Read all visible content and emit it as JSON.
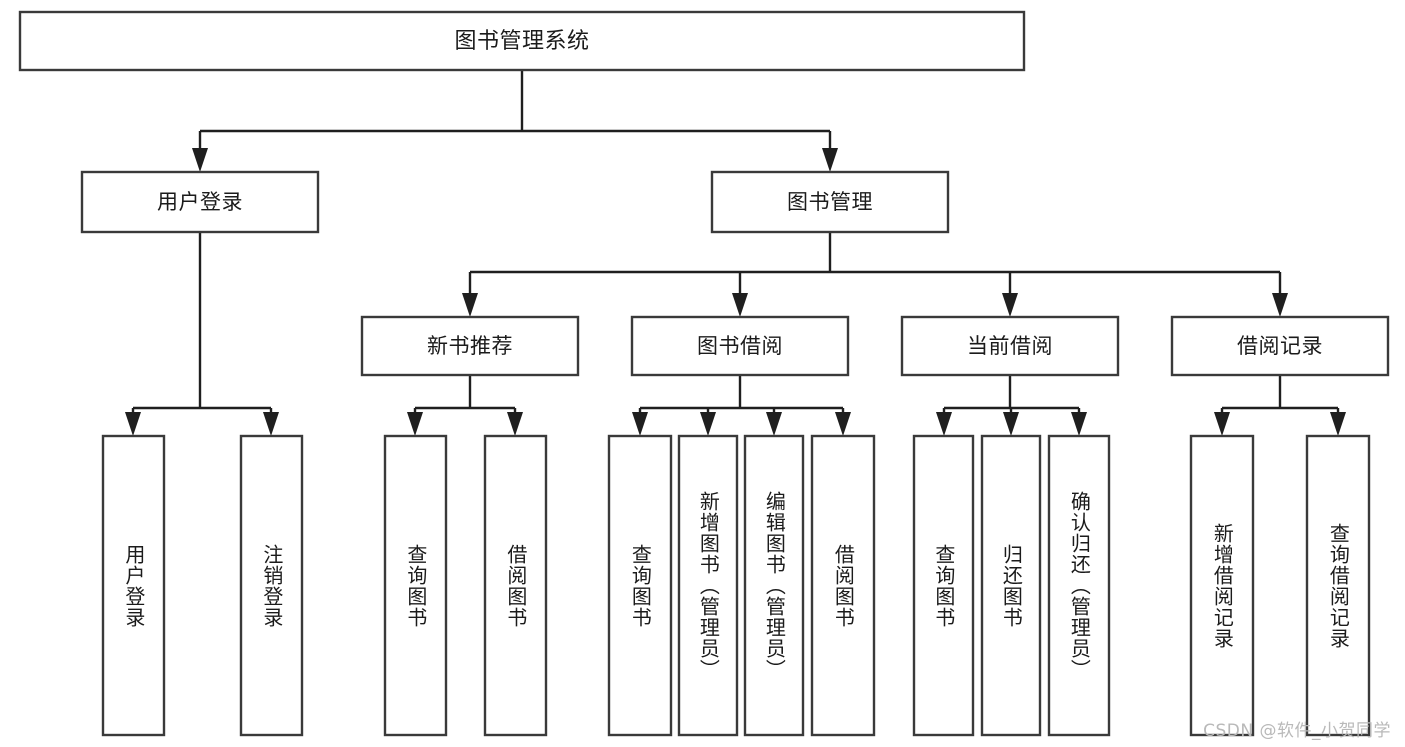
{
  "diagram": {
    "type": "tree-hierarchy-chart",
    "title": "图书管理系统",
    "orientation": "top-down",
    "colors": {
      "box_stroke": "#3a3a3a",
      "box_fill": "#ffffff",
      "line": "#1f1f1f",
      "text": "#1b1b1b",
      "background": "#ffffff",
      "watermark": "#b9b9b9"
    },
    "root": {
      "label": "图书管理系统"
    },
    "level2": [
      {
        "label": "用户登录"
      },
      {
        "label": "图书管理"
      }
    ],
    "level3": [
      {
        "label": "新书推荐"
      },
      {
        "label": "图书借阅"
      },
      {
        "label": "当前借阅"
      },
      {
        "label": "借阅记录"
      }
    ],
    "leaves": {
      "user_login": [
        {
          "label": "用户登录"
        },
        {
          "label": "注销登录"
        }
      ],
      "new_book_recommend": [
        {
          "label": "查询图书"
        },
        {
          "label": "借阅图书"
        }
      ],
      "book_borrow": [
        {
          "label": "查询图书"
        },
        {
          "label": "新增图书（管理员）"
        },
        {
          "label": "编辑图书（管理员）"
        },
        {
          "label": "借阅图书"
        }
      ],
      "current_borrow": [
        {
          "label": "查询图书"
        },
        {
          "label": "归还图书"
        },
        {
          "label": "确认归还（管理员）"
        }
      ],
      "borrow_record": [
        {
          "label": "新增借阅记录"
        },
        {
          "label": "查询借阅记录"
        }
      ]
    }
  },
  "watermark": {
    "text": "CSDN @软件_小贺同学"
  }
}
